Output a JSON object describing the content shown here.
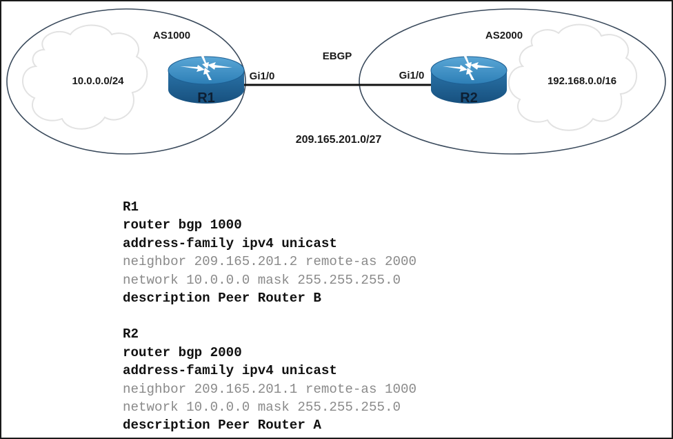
{
  "topology": {
    "as_left": "AS1000",
    "as_right": "AS2000",
    "peering_type": "EBGP",
    "link_subnet": "209.165.201.0/27",
    "network_left": "10.0.0.0/24",
    "network_right": "192.168.0.0/16",
    "r1": {
      "name": "R1",
      "interface": "Gi1/0"
    },
    "r2": {
      "name": "R2",
      "interface": "Gi1/0"
    }
  },
  "config": [
    {
      "lines": [
        {
          "text": "R1",
          "style": "bold"
        },
        {
          "text": "router bgp 1000",
          "style": "bold"
        },
        {
          "text": "address-family ipv4 unicast",
          "style": "bold"
        },
        {
          "text": "neighbor 209.165.201.2 remote-as 2000",
          "style": "muted"
        },
        {
          "text": "network 10.0.0.0 mask 255.255.255.0",
          "style": "muted"
        },
        {
          "text": "description Peer Router B",
          "style": "bold"
        }
      ]
    },
    {
      "lines": [
        {
          "text": "R2",
          "style": "bold"
        },
        {
          "text": "router bgp 2000",
          "style": "bold"
        },
        {
          "text": "address-family ipv4 unicast",
          "style": "bold"
        },
        {
          "text": "neighbor 209.165.201.1 remote-as 1000",
          "style": "muted"
        },
        {
          "text": "network 10.0.0.0 mask 255.255.255.0",
          "style": "muted"
        },
        {
          "text": "description Peer Router A",
          "style": "bold"
        }
      ]
    }
  ],
  "colors": {
    "router_top": "#3c8fc4",
    "router_side": "#1d5f93",
    "oval_stroke": "#3a4a5c",
    "cloud_stroke": "#dddddd",
    "muted_text": "#8a8a8a"
  }
}
